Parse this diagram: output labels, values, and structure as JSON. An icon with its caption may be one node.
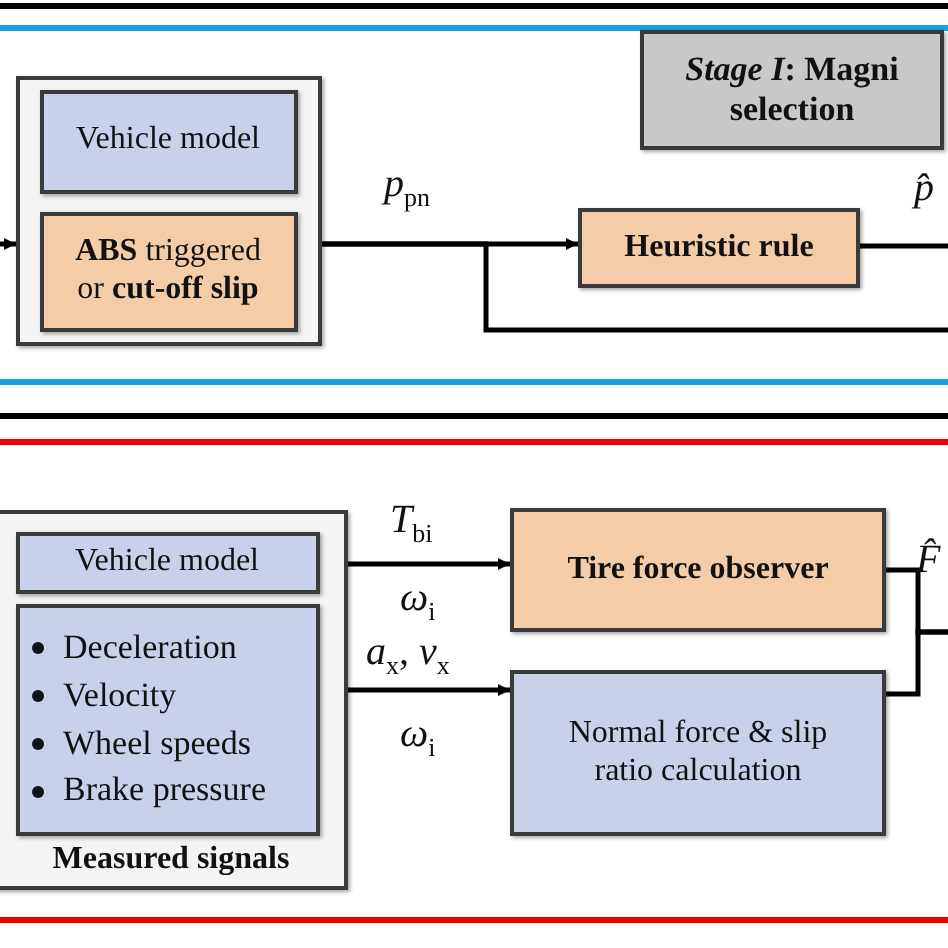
{
  "diagram": {
    "nodes": [
      {
        "text": [
          "*Stage I*: Magni selection"
        ]
      },
      {
        "text": [],
        "shape": "box"
      },
      {
        "text": [
          "Vehicle model"
        ],
        "in": 1
      },
      {
        "text": [
          "**ABS** triggered or **cut-off slip**"
        ],
        "in": 1
      },
      {
        "text": [
          "Heuristic rule"
        ]
      },
      {
        "text": [
          "Measured signals"
        ]
      },
      {
        "text": [
          "Vehicle model"
        ],
        "in": 5
      },
      {
        "text": [
          "Deceleration",
          "Velocity",
          "Wheel speeds",
          "Brake pressure"
        ],
        "in": 5
      },
      {
        "text": [
          "Tire force observer"
        ]
      },
      {
        "text": [
          "Normal force & slip ratio calculation"
        ]
      }
    ],
    "edges": [
      {
        "from": null,
        "to": 1,
        "arrow": "to"
      },
      {
        "from": 1,
        "to": 4,
        "arrow": "to",
        "label": "*p*$_{pn}$"
      },
      {
        "from": 1,
        "to": null,
        "arrow": "none"
      },
      {
        "from": 4,
        "to": null,
        "arrow": "none"
      },
      {
        "from": 5,
        "to": 8,
        "arrow": "to",
        "label": "*T*$_{bi}$"
      },
      {
        "from": 5,
        "to": 9,
        "arrow": "to",
        "label": "*a*$_{x}$, *v*$_{x}$"
      },
      {
        "from": 8,
        "to": null,
        "arrow": "none"
      },
      {
        "from": 9,
        "to": null,
        "arrow": "none"
      }
    ],
    "labels": [
      "*p̂*",
      "*ω*$_{i}$",
      "*ω*$_{i}$",
      "*F̂*"
    ]
  }
}
